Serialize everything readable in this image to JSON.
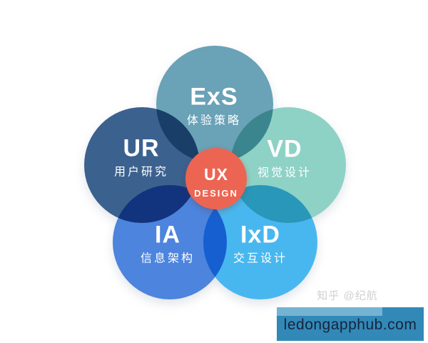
{
  "diagram": {
    "title_semantic": "UX Design disciplines venn diagram",
    "background_color": "#ffffff",
    "center": {
      "acronym": "UX",
      "label": "DESIGN",
      "color": "#ec6553",
      "text_color": "#ffffff"
    },
    "petals": [
      {
        "id": "exs",
        "acronym": "ExS",
        "label": "体验策略",
        "color": "#6aa2b7"
      },
      {
        "id": "vd",
        "acronym": "VD",
        "label": "视觉设计",
        "color": "#8ed2c6"
      },
      {
        "id": "ixd",
        "acronym": "IxD",
        "label": "交互设计",
        "color": "#49b7ef"
      },
      {
        "id": "ia",
        "acronym": "IA",
        "label": "信息架构",
        "color": "#4c84de"
      },
      {
        "id": "ur",
        "acronym": "UR",
        "label": "用户研究",
        "color": "#3b618f"
      }
    ],
    "text_color": "#ffffff"
  },
  "watermark": {
    "text": "知乎 @纪航",
    "color": "#cfcfcf"
  },
  "banner": {
    "text": "ledongapphub.com",
    "background": "#3289b8",
    "strip_color": "#74b4d2",
    "text_color": "#16243d"
  }
}
